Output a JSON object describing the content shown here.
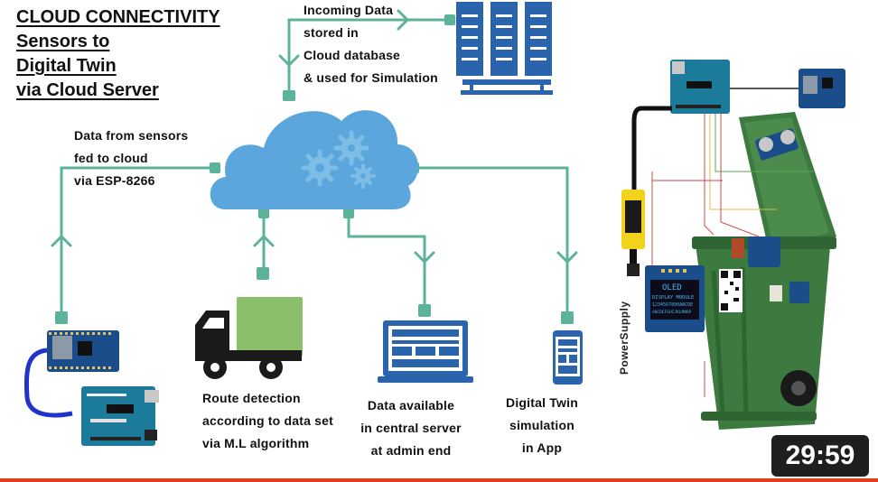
{
  "title": {
    "line1": "CLOUD CONNECTIVITY",
    "line2": "Sensors to",
    "line3": "Digital Twin",
    "line4": "via Cloud Server"
  },
  "labels": {
    "incoming": [
      "Incoming Data",
      "stored in",
      "Cloud database",
      "& used for Simulation"
    ],
    "sensors": [
      "Data from sensors",
      "fed to cloud",
      "via ESP-8266"
    ],
    "route": [
      "Route detection",
      "according to data set",
      "via M.L algorithm"
    ],
    "server": [
      "Data available",
      "in central server",
      "at admin end"
    ],
    "twin": [
      "Digital Twin",
      "simulation",
      "in App"
    ],
    "power_supply": "PowerSupply"
  },
  "oled": {
    "line1": "OLED",
    "line2": "DISPLAY MODULE",
    "line3": "1234567890ABCDE",
    "line4": "ABCDEFGHIJKLMNOP"
  },
  "duration": "29:59",
  "colors": {
    "connector": "#5cb39a",
    "cloud": "#5ba7dd",
    "server": "#2a64ad",
    "truck_cargo": "#8bc06b",
    "bin": "#3d7a3f",
    "badge": "#1f1f1f"
  },
  "icons": [
    "cloud-icon",
    "gear-icon",
    "server-rack-icon",
    "truck-icon",
    "monitor-icon",
    "smartphone-icon",
    "esp8266-board-icon",
    "arduino-board-icon",
    "oled-display-icon",
    "smart-bin-icon"
  ]
}
